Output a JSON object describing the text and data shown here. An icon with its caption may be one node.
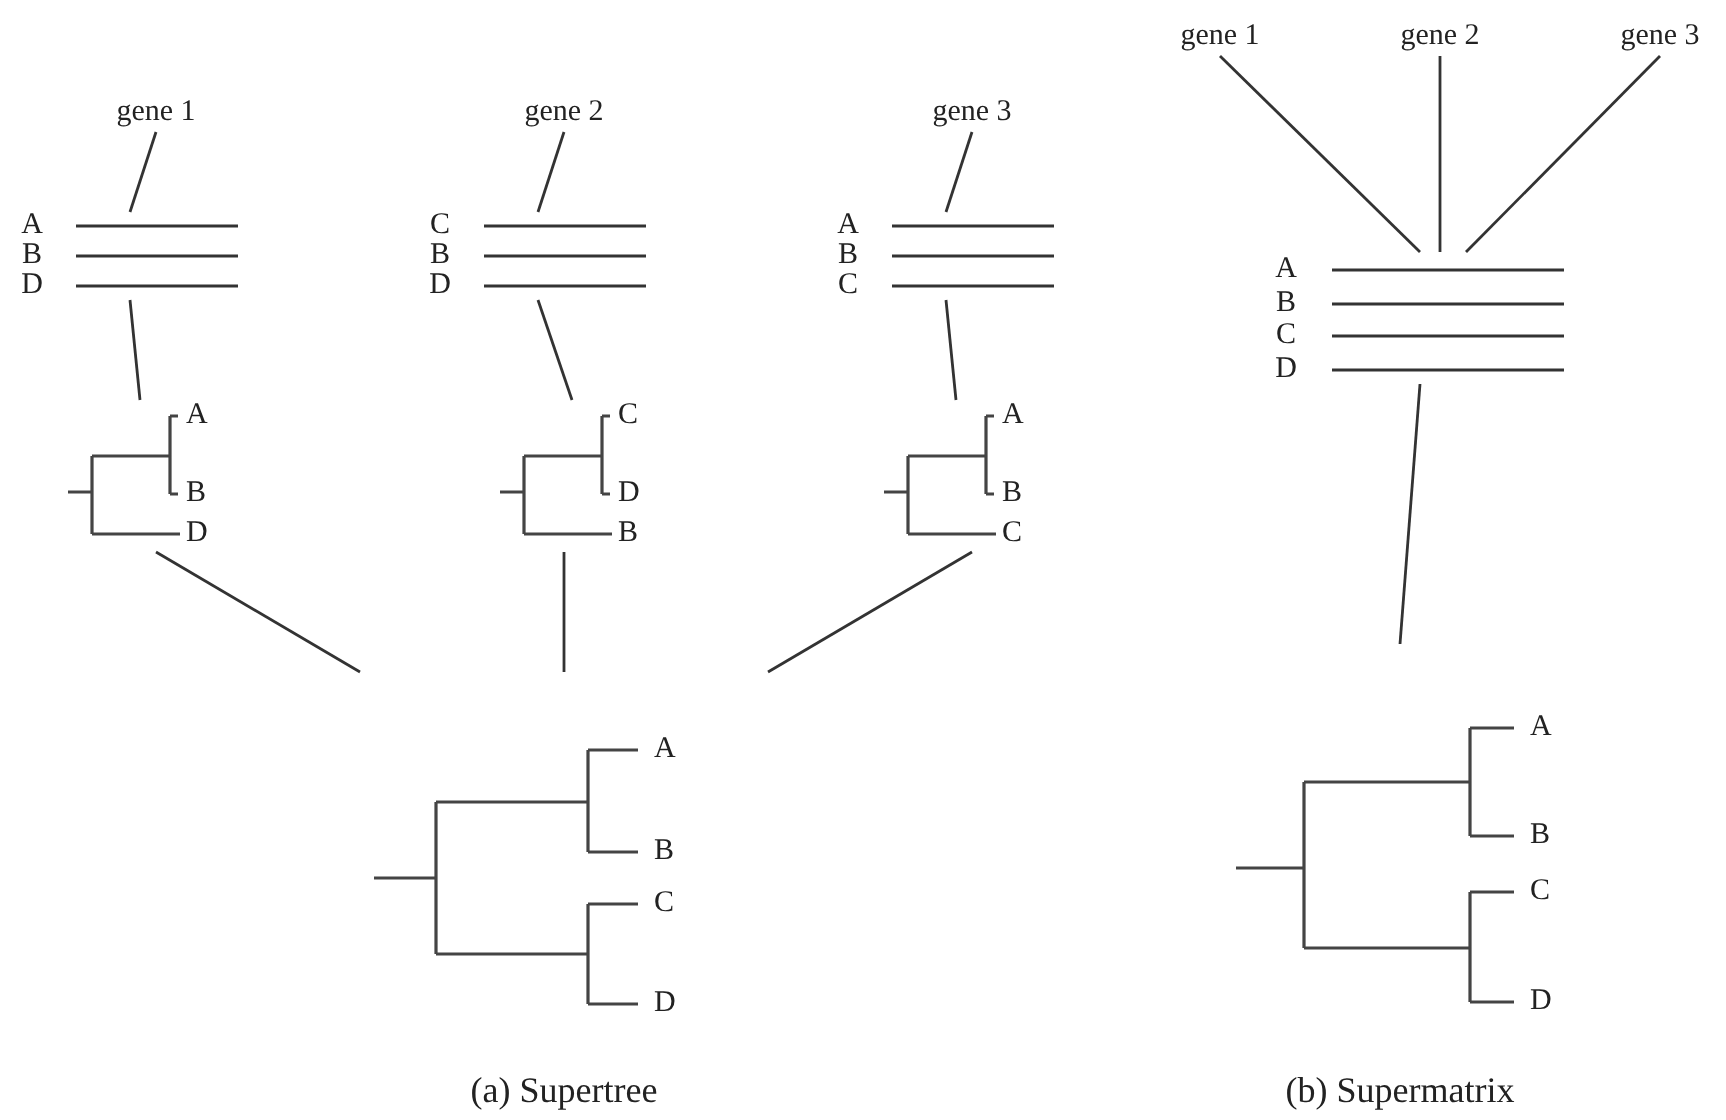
{
  "diagram": {
    "nodes": [
      {
        "text": [
          "gene 1"
        ]
      },
      {
        "text": [
          "A",
          "B",
          "D"
        ]
      },
      {
        "text": [
          "A",
          "B",
          "D"
        ]
      },
      {
        "text": [
          "gene 2"
        ]
      },
      {
        "text": [
          "C",
          "B",
          "D"
        ]
      },
      {
        "text": [
          "C",
          "D",
          "B"
        ]
      },
      {
        "text": [
          "gene 3"
        ]
      },
      {
        "text": [
          "A",
          "B",
          "C"
        ]
      },
      {
        "text": [
          "A",
          "B",
          "C"
        ]
      },
      {
        "text": [
          "A",
          "B",
          "C",
          "D"
        ]
      },
      {
        "text": [
          "gene 1"
        ]
      },
      {
        "text": [
          "gene 2"
        ]
      },
      {
        "text": [
          "gene 3"
        ]
      },
      {
        "text": [
          "A",
          "B",
          "C",
          "D"
        ]
      },
      {
        "text": [
          "A",
          "B",
          "C",
          "D"
        ]
      }
    ],
    "edges": [
      {
        "from": 0,
        "to": 1,
        "arrow": "none"
      },
      {
        "from": 1,
        "to": 2,
        "arrow": "none"
      },
      {
        "from": 3,
        "to": 4,
        "arrow": "none"
      },
      {
        "from": 4,
        "to": 5,
        "arrow": "none"
      },
      {
        "from": 6,
        "to": 7,
        "arrow": "none"
      },
      {
        "from": 7,
        "to": 8,
        "arrow": "none"
      },
      {
        "from": 2,
        "to": 9,
        "arrow": "none"
      },
      {
        "from": 5,
        "to": 9,
        "arrow": "none"
      },
      {
        "from": 8,
        "to": 9,
        "arrow": "none"
      },
      {
        "from": 10,
        "to": 13,
        "arrow": "none"
      },
      {
        "from": 11,
        "to": 13,
        "arrow": "none"
      },
      {
        "from": 12,
        "to": 13,
        "arrow": "none"
      },
      {
        "from": 13,
        "to": 14,
        "arrow": "none"
      }
    ],
    "labels": [
      "(a) Supertree",
      "(b) Supermatrix"
    ]
  }
}
